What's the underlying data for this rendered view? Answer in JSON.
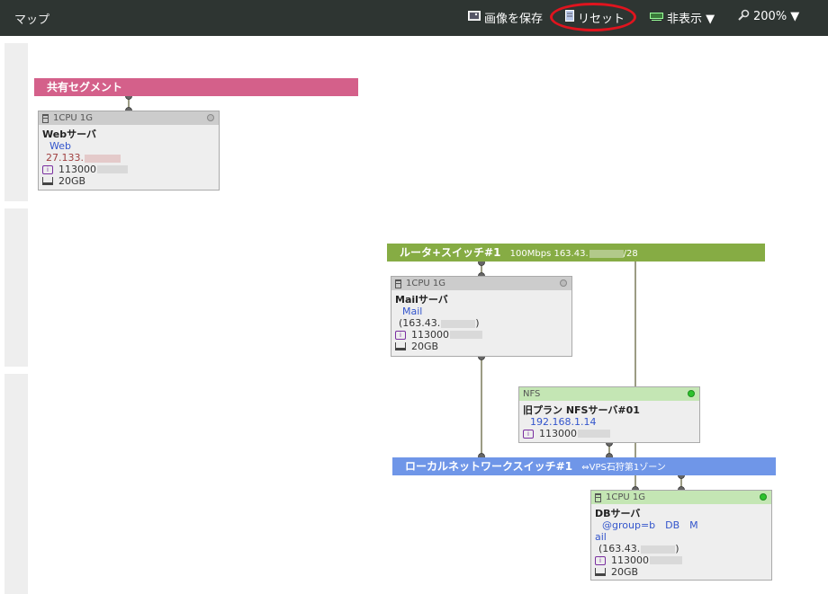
{
  "header": {
    "title": "マップ",
    "save_image_label": "画像を保存",
    "reset_label": "リセット",
    "hide_label": "非表示 ▼",
    "zoom_label": "200% ▼"
  },
  "segments": {
    "shared": {
      "label": "共有セグメント",
      "color": "#d4608a"
    },
    "router": {
      "label": "ルータ+スイッチ#1",
      "detail": "100Mbps 163.43.",
      "suffix": "/28",
      "color": "#86ac44"
    },
    "local": {
      "label": "ローカルネットワークスイッチ#1",
      "detail": "⇔VPS石狩第1ゾーン",
      "color": "#6f96e8"
    }
  },
  "servers": {
    "web": {
      "spec": "1CPU 1G",
      "name": "Webサーバ",
      "tag": "Web",
      "ip": "27.133.",
      "disk_id": "113000",
      "storage": "20GB"
    },
    "mail": {
      "spec": "1CPU 1G",
      "name": "Mailサーバ",
      "tag": "Mail",
      "ip_prefix": "(163.43.",
      "ip_suffix": ")",
      "disk_id": "113000",
      "storage": "20GB"
    },
    "nfs": {
      "spec": "NFS",
      "name": "旧プラン NFSサーバ#01",
      "ip": "192.168.1.14",
      "disk_id": "113000"
    },
    "db": {
      "spec": "1CPU 1G",
      "name": "DBサーバ",
      "tag_line1": "@group=b　DB　M",
      "tag_line2": "ail",
      "ip_prefix": "(163.43.",
      "ip_suffix": ")",
      "disk_id": "113000",
      "storage": "20GB"
    }
  }
}
